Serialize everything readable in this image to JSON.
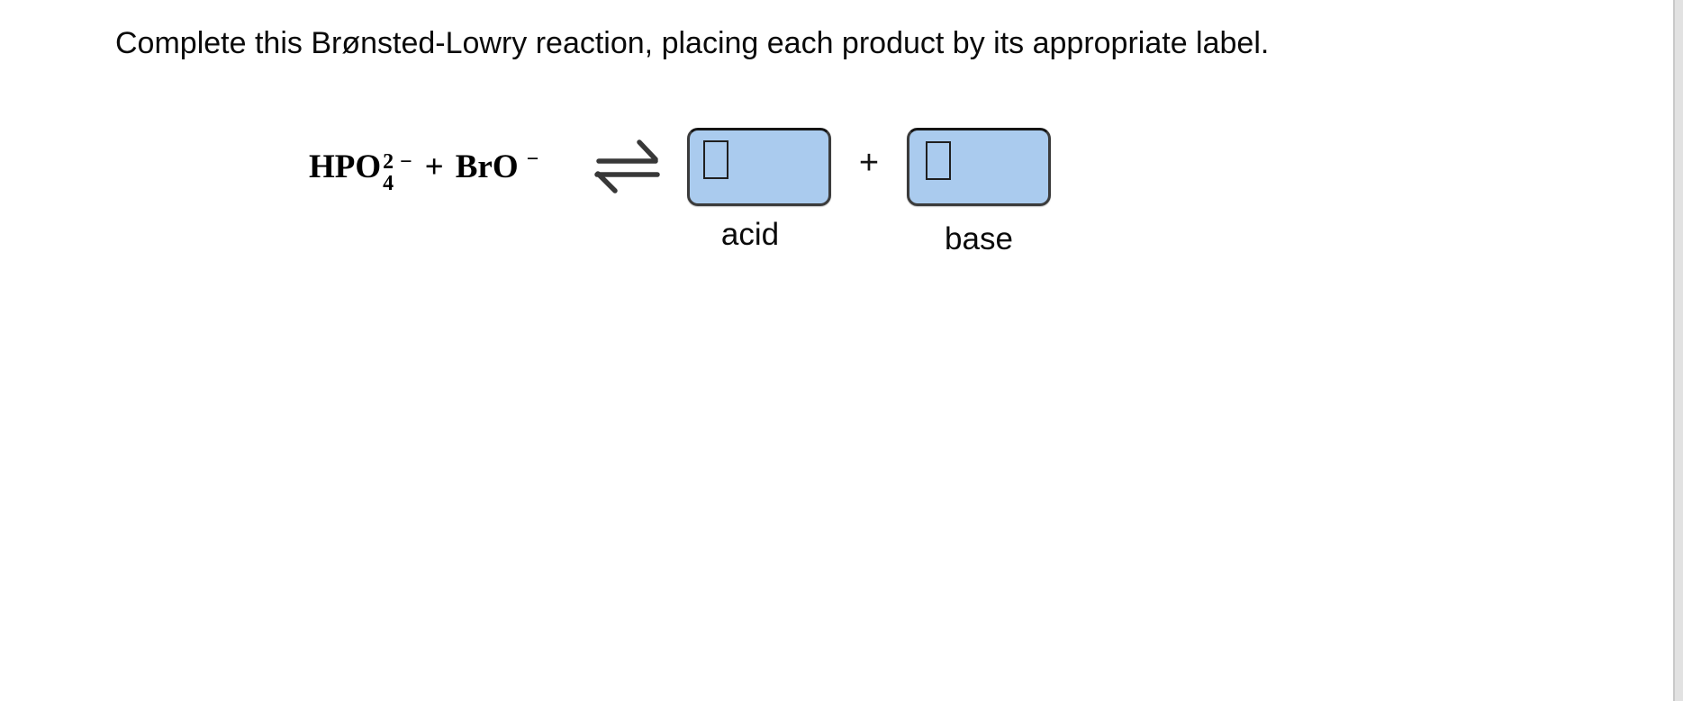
{
  "colors": {
    "page_bg": "#ffffff",
    "text": "#0a0a0a",
    "box_fill": "#aacbee",
    "box_border": "#3b3b3b",
    "box_border_top": "#151515",
    "arrow": "#383838",
    "scrollbar_track": "#e2e2e2",
    "scrollbar_border": "#c9c9c9"
  },
  "prompt": "Complete this Brønsted-Lowry reaction, placing each product by its appropriate label.",
  "reaction": {
    "reactant1": {
      "base": "HPO",
      "superscript": "2 −",
      "subscript": "4"
    },
    "reactants_operator": "+",
    "reactant2": {
      "base": "BrO",
      "superscript": "−"
    },
    "equilibrium_symbol": "⇌",
    "products_operator": "+",
    "answer_slots": [
      {
        "label": "acid",
        "value": ""
      },
      {
        "label": "base",
        "value": ""
      }
    ]
  }
}
